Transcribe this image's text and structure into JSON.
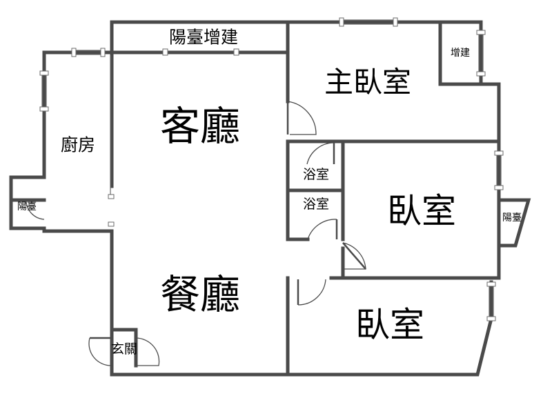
{
  "rooms": {
    "living": "客廳",
    "dining": "餐廳",
    "kitchen": "廚房",
    "master_bedroom": "主臥室",
    "bedroom_1": "臥室",
    "bedroom_2": "臥室",
    "bathroom_1": "浴室",
    "bathroom_2": "浴室",
    "balcony_extension": "陽臺增建",
    "extension": "增建",
    "balcony_left": "陽臺",
    "balcony_right": "陽臺",
    "entrance": "玄關"
  },
  "colors": {
    "wall": "#4a4a4a",
    "window": "#6a6a6a",
    "background": "#ffffff",
    "text": "#000000"
  }
}
